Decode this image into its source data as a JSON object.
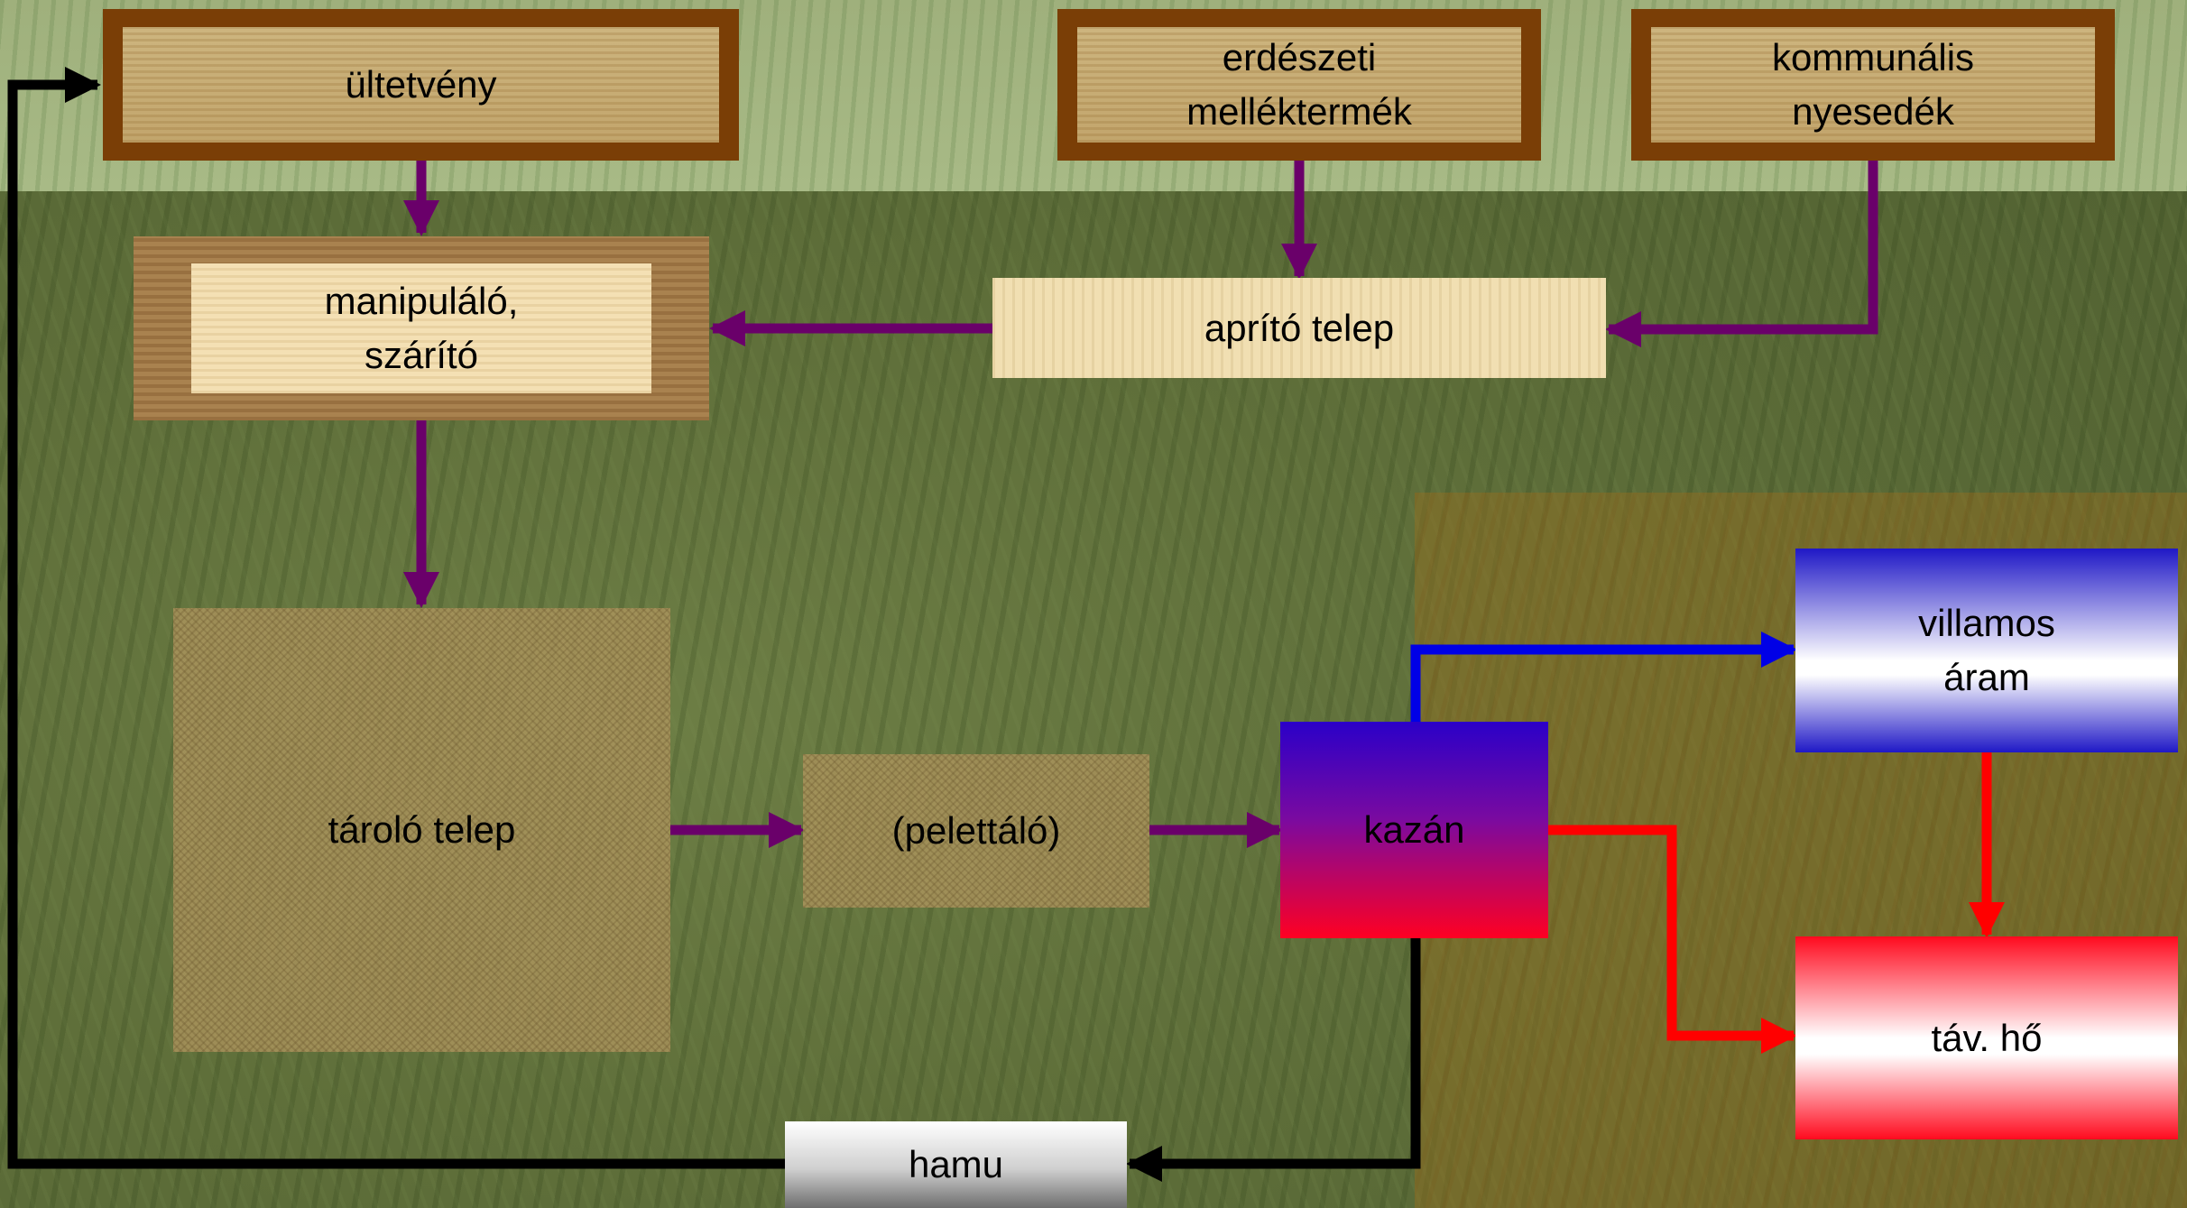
{
  "nodes": {
    "ultetveny": "ültetvény",
    "erdeszeti": "erdészeti\nmelléktermék",
    "kommunalis": "kommunális\nnyesedék",
    "manipulalo": "manipuláló,\nszárító",
    "aprito": "aprító telep",
    "tarolo": "tároló telep",
    "pelettalo": "(pelettáló)",
    "kazan": "kazán",
    "villamos": "villamos\náram",
    "tav": "táv. hő",
    "hamu": "hamu"
  },
  "colors": {
    "material_flow": "#6a006a",
    "electricity_flow": "#0000e6",
    "heat_flow": "#ff0000",
    "ash_flow": "#000000",
    "source_frame": "#7a3e06"
  }
}
